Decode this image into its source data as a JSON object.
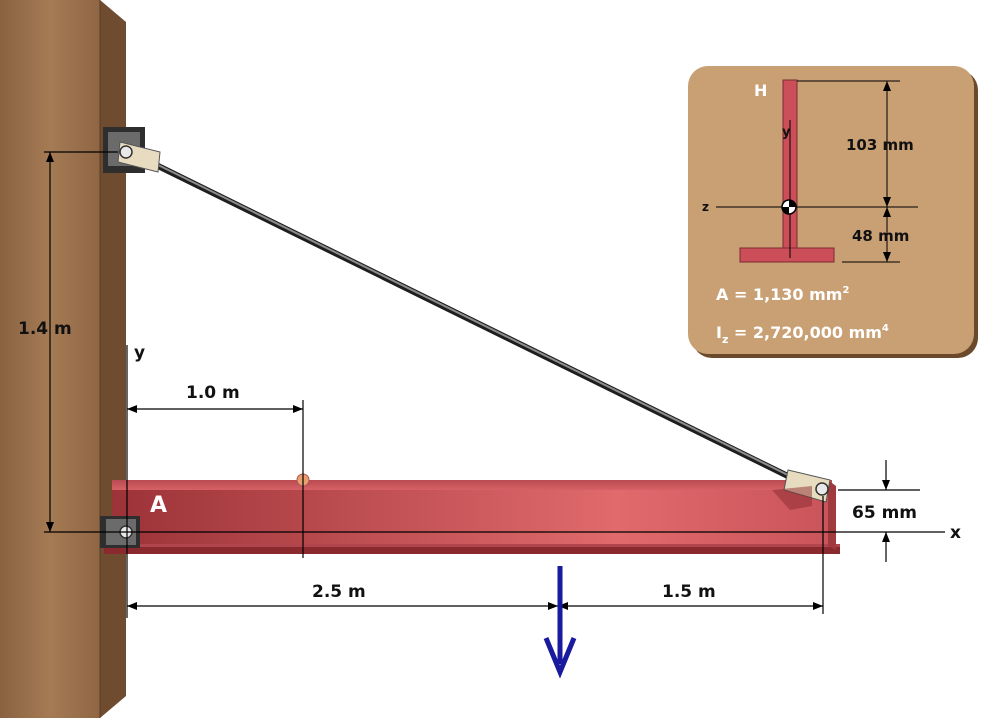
{
  "dimensions": {
    "height_label": "1.4 m",
    "load_position_label": "1.0 m",
    "span_left_label": "2.5 m",
    "span_right_label": "1.5 m",
    "offset_label": "65 mm"
  },
  "axes": {
    "x_label": "x",
    "y_label": "y"
  },
  "points": {
    "support_label": "A",
    "section_top_label": "H"
  },
  "section": {
    "y_label": "y",
    "z_label": "z",
    "top_dim": "103 mm",
    "bottom_dim": "48 mm",
    "area_label": "A = 1,130 mm",
    "area_sup": "2",
    "inertia_label": "I",
    "inertia_sub": "z",
    "inertia_value": " = 2,720,000 mm",
    "inertia_sup": "4"
  },
  "colors": {
    "wall": "#a57b55",
    "beam": "#c94c52",
    "panel": "#c8a074",
    "load_arrow": "#1a1a9e"
  }
}
